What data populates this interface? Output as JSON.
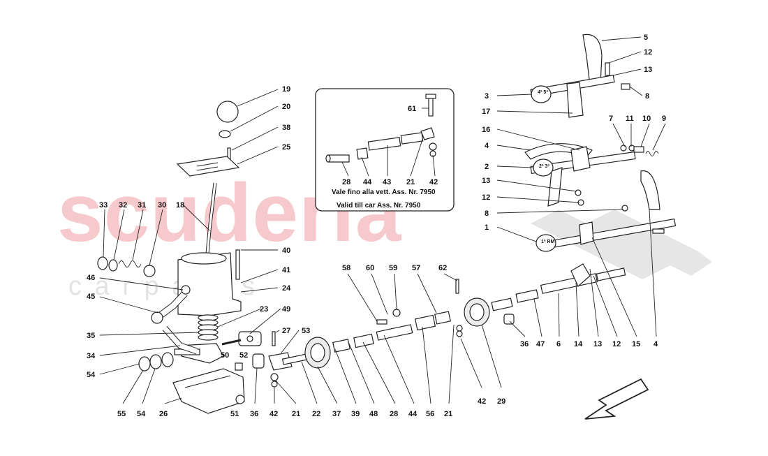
{
  "watermark": {
    "brand": "scuderia",
    "sub": "c a r p a r t s"
  },
  "inset": {
    "note_it": "Vale fino alla vett. Ass. Nr. 7950",
    "note_en": "Valid till car Ass. Nr. 7950"
  },
  "fork_labels": {
    "f45": "4ª 5ª",
    "f23": "2ª 3ª",
    "f1rm": "1ª RM"
  },
  "callouts": [
    {
      "id": "n5",
      "text": "5"
    },
    {
      "id": "n12a",
      "text": "12"
    },
    {
      "id": "n13a",
      "text": "13"
    },
    {
      "id": "n3",
      "text": "3"
    },
    {
      "id": "n8a",
      "text": "8"
    },
    {
      "id": "n17",
      "text": "17"
    },
    {
      "id": "n7",
      "text": "7"
    },
    {
      "id": "n11",
      "text": "11"
    },
    {
      "id": "n10",
      "text": "10"
    },
    {
      "id": "n9",
      "text": "9"
    },
    {
      "id": "n16",
      "text": "16"
    },
    {
      "id": "n4a",
      "text": "4"
    },
    {
      "id": "n2",
      "text": "2"
    },
    {
      "id": "n13b",
      "text": "13"
    },
    {
      "id": "n12b",
      "text": "12"
    },
    {
      "id": "n8b",
      "text": "8"
    },
    {
      "id": "n1",
      "text": "1"
    },
    {
      "id": "n61",
      "text": "61"
    },
    {
      "id": "n28a",
      "text": "28"
    },
    {
      "id": "n44a",
      "text": "44"
    },
    {
      "id": "n43",
      "text": "43"
    },
    {
      "id": "n21a",
      "text": "21"
    },
    {
      "id": "n42a",
      "text": "42"
    },
    {
      "id": "n19",
      "text": "19"
    },
    {
      "id": "n20",
      "text": "20"
    },
    {
      "id": "n38",
      "text": "38"
    },
    {
      "id": "n25",
      "text": "25"
    },
    {
      "id": "n18",
      "text": "18"
    },
    {
      "id": "n33",
      "text": "33"
    },
    {
      "id": "n32",
      "text": "32"
    },
    {
      "id": "n31",
      "text": "31"
    },
    {
      "id": "n30",
      "text": "30"
    },
    {
      "id": "n40",
      "text": "40"
    },
    {
      "id": "n41",
      "text": "41"
    },
    {
      "id": "n24",
      "text": "24"
    },
    {
      "id": "n46",
      "text": "46"
    },
    {
      "id": "n45",
      "text": "45"
    },
    {
      "id": "n23",
      "text": "23"
    },
    {
      "id": "n49",
      "text": "49"
    },
    {
      "id": "n27",
      "text": "27"
    },
    {
      "id": "n53",
      "text": "53"
    },
    {
      "id": "n35",
      "text": "35"
    },
    {
      "id": "n34",
      "text": "34"
    },
    {
      "id": "n54a",
      "text": "54"
    },
    {
      "id": "n50",
      "text": "50"
    },
    {
      "id": "n52",
      "text": "52"
    },
    {
      "id": "n58",
      "text": "58"
    },
    {
      "id": "n60",
      "text": "60"
    },
    {
      "id": "n59",
      "text": "59"
    },
    {
      "id": "n57",
      "text": "57"
    },
    {
      "id": "n62",
      "text": "62"
    },
    {
      "id": "n36a",
      "text": "36"
    },
    {
      "id": "n6",
      "text": "6"
    },
    {
      "id": "n47",
      "text": "47"
    },
    {
      "id": "n14",
      "text": "14"
    },
    {
      "id": "n13c",
      "text": "13"
    },
    {
      "id": "n12c",
      "text": "12"
    },
    {
      "id": "n15",
      "text": "15"
    },
    {
      "id": "n4b",
      "text": "4"
    },
    {
      "id": "n55",
      "text": "55"
    },
    {
      "id": "n54b",
      "text": "54"
    },
    {
      "id": "n26",
      "text": "26"
    },
    {
      "id": "n51",
      "text": "51"
    },
    {
      "id": "n36b",
      "text": "36"
    },
    {
      "id": "n42b",
      "text": "42"
    },
    {
      "id": "n21b",
      "text": "21"
    },
    {
      "id": "n22",
      "text": "22"
    },
    {
      "id": "n37",
      "text": "37"
    },
    {
      "id": "n39",
      "text": "39"
    },
    {
      "id": "n48",
      "text": "48"
    },
    {
      "id": "n28b",
      "text": "28"
    },
    {
      "id": "n44b",
      "text": "44"
    },
    {
      "id": "n56",
      "text": "56"
    },
    {
      "id": "n21c",
      "text": "21"
    },
    {
      "id": "n42c",
      "text": "42"
    },
    {
      "id": "n29",
      "text": "29"
    }
  ]
}
